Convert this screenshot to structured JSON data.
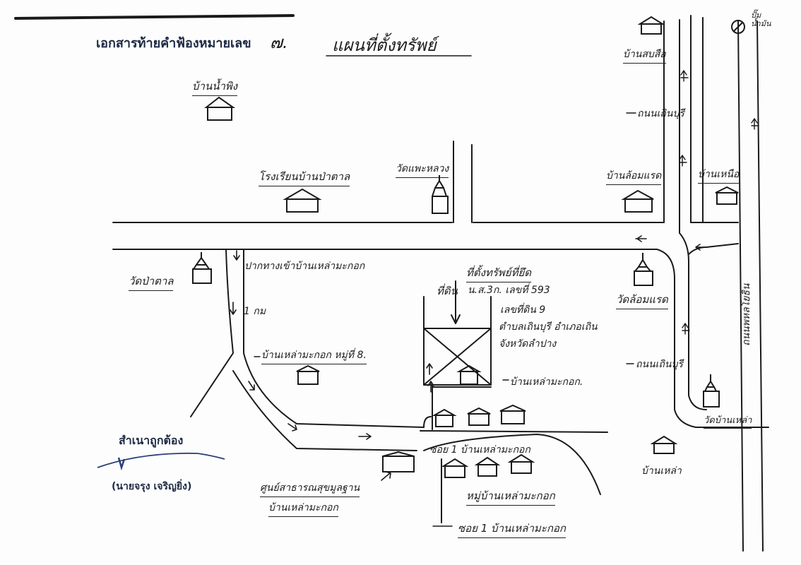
{
  "header": {
    "doc_title": "เอกสารท้ายคำฟ้องหมายเลข",
    "doc_number": "๗.",
    "map_title": "แผนที่ตั้งทรัพย์"
  },
  "landmarks": {
    "ban_nam_phing": "บ้านน้ำพิง",
    "school": "โรงเรียนบ้านป่าตาล",
    "wat_phe": "วัดแพะหลวง",
    "ban_sob_sia": "บ้านสบสือ",
    "ban_lom_raet": "บ้านล้อมแรด",
    "ban_nong_nuea": "บ้านเหนือ",
    "wat_pa_tan": "วัดป่าตาล",
    "entrance": "ปากทางเข้าบ้านเหล่ามะกอก",
    "distance": "1 กม",
    "ban_lao": "บ้านเหล่ามะกอก หมู่ที่ 8.",
    "property_site": "ที่ตั้งทรัพย์ที่ยึด",
    "land_deed_prefix": "ที่ดิน",
    "land_deed": "น.ส.3ก. เลขที่ 593",
    "parcel_no": "เลขที่ดิน 9",
    "subdistrict": "ตำบลเถินบุรี อำเภอเถิน",
    "province": "จังหวัดลำปาง",
    "wat_lom_raet": "วัดล้อมแรด",
    "road_thoen_1": "ถนนเถินบุรี",
    "road_thoen_2": "ถนนเถินบุรี",
    "village_house": "บ้านเหล่ามะกอก.",
    "phahon": "ถนนพหลโยธิน",
    "wat_ban_lao": "วัดบ้านเหล่า",
    "pump": "ปั๊มน้ำมัน",
    "soi_1_top": "ซอย 1 บ้านเหล่ามะกอก",
    "ban_lao_right": "บ้านเหล่า",
    "health_center": "ศูนย์สาธารณสุขมูลฐาน",
    "health_center_2": "บ้านเหล่ามะกอก",
    "village": "หมู่บ้านเหล่ามะกอก",
    "soi_1_bottom": "ซอย 1 บ้านเหล่ามะกอก"
  },
  "certification": {
    "certified": "สำเนาถูกต้อง",
    "signer": "(นายจรุง  เจริญยิ่ง)"
  },
  "colors": {
    "ink": "#1a1a1a",
    "print_ink": "#1e2a44",
    "signature": "#2a3f7a"
  },
  "icons": [
    "house-icon",
    "temple-icon",
    "gas-pump-icon",
    "arrow-icon",
    "property-box-icon"
  ]
}
